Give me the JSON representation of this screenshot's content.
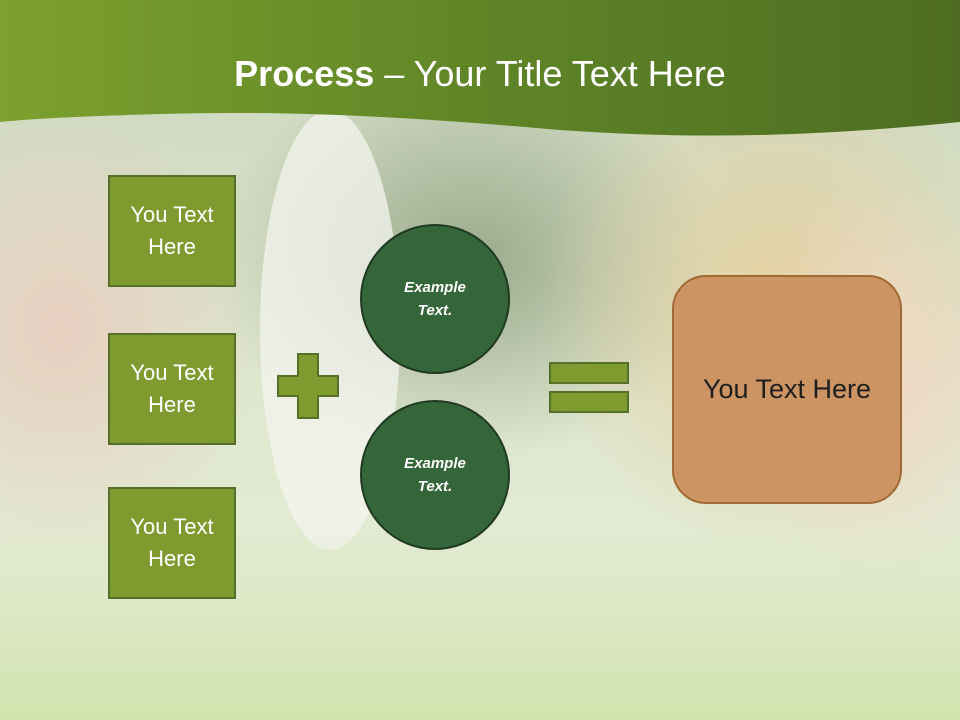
{
  "slide": {
    "title_bold": "Process",
    "title_rest": " – Your Title Text Here",
    "left_boxes": [
      "You Text Here",
      "You Text Here",
      "You Text Here"
    ],
    "circles": [
      "Example Text.",
      "Example Text."
    ],
    "result_box": "You Text Here"
  },
  "colors": {
    "header_green": "#6b8f2a",
    "box_green": "#7f9a2f",
    "circle_green": "#35663a",
    "result_orange": "#cd9463"
  },
  "icons": {
    "operator_1": "plus-icon",
    "operator_2": "equals-icon"
  }
}
